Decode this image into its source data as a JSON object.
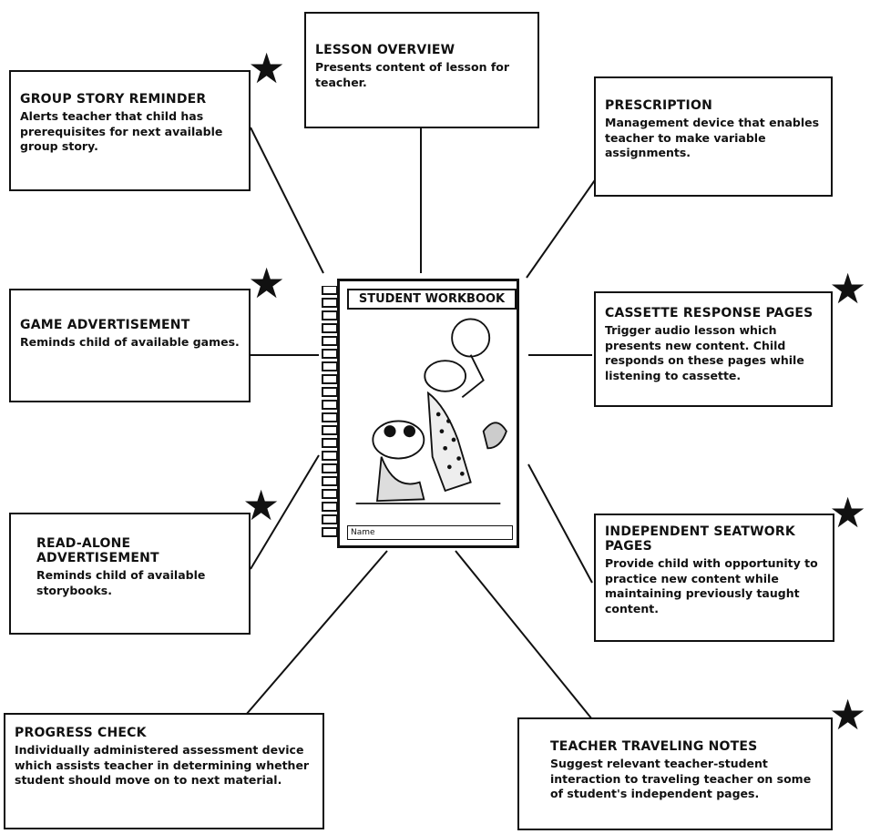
{
  "center": {
    "title": "STUDENT WORKBOOK",
    "name_label": "Name"
  },
  "boxes": {
    "lesson_overview": {
      "title": "LESSON OVERVIEW",
      "desc": "Presents content of lesson for teacher."
    },
    "group_story": {
      "title": "GROUP STORY REMINDER",
      "desc": "Alerts teacher that child has prerequisites for next available group story."
    },
    "prescription": {
      "title": "PRESCRIPTION",
      "desc": "Management device that enables teacher to make variable assignments."
    },
    "game_ad": {
      "title": "GAME ADVERTISEMENT",
      "desc": "Reminds child of available games."
    },
    "cassette": {
      "title": "CASSETTE RESPONSE PAGES",
      "desc": "Trigger audio lesson which presents new content. Child responds on these pages while listening to cassette."
    },
    "read_alone": {
      "title": "READ-ALONE ADVERTISEMENT",
      "desc": "Reminds child of available storybooks."
    },
    "seatwork": {
      "title": "INDEPENDENT SEATWORK PAGES",
      "desc": "Provide child with opportunity to practice new content while maintaining previously taught content."
    },
    "progress": {
      "title": "PROGRESS CHECK",
      "desc": "Individually administered assessment device which assists teacher in determining whether student should move on to next material."
    },
    "teacher_notes": {
      "title": "TEACHER TRAVELING NOTES",
      "desc": "Suggest relevant teacher-student interaction to traveling teacher on some of student's independent pages."
    }
  },
  "star_glyph": "★",
  "colors": {
    "ink": "#111111",
    "paper": "#ffffff"
  }
}
